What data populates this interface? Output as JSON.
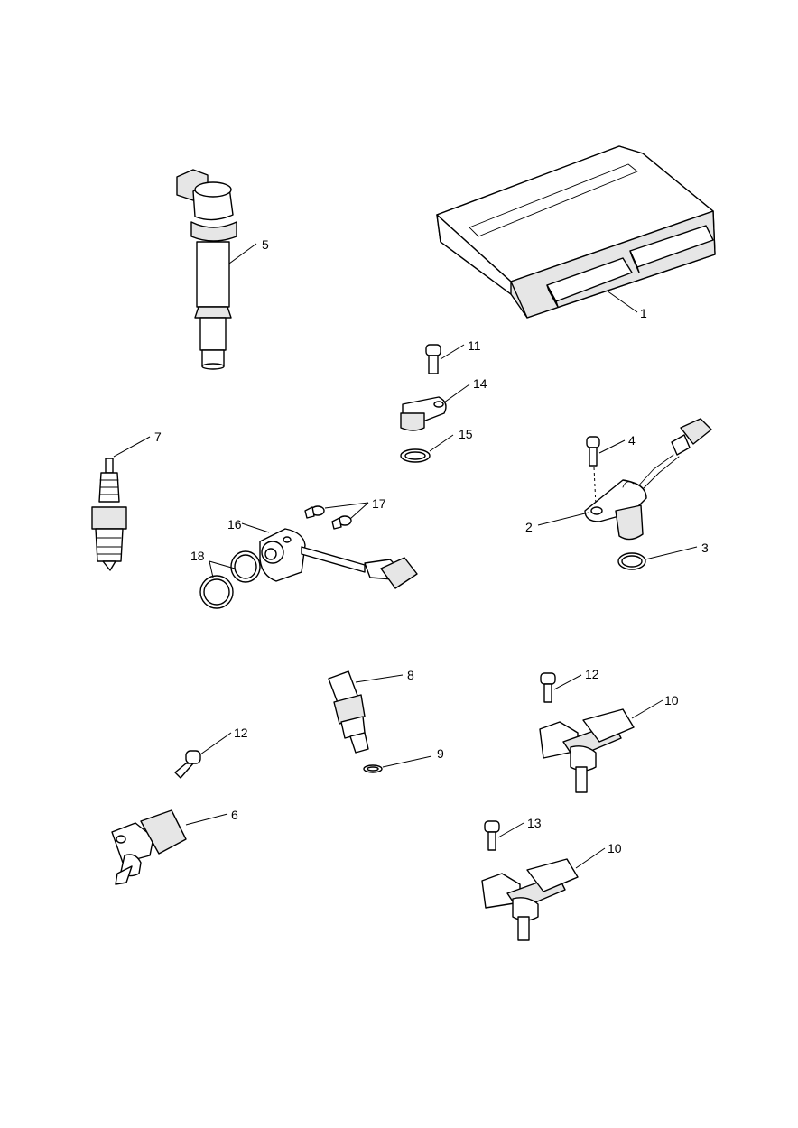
{
  "diagram": {
    "callouts": {
      "c1": "1",
      "c2": "2",
      "c3": "3",
      "c4": "4",
      "c5": "5",
      "c6": "6",
      "c7": "7",
      "c8": "8",
      "c9": "9",
      "c10a": "10",
      "c10b": "10",
      "c11": "11",
      "c12a": "12",
      "c12b": "12",
      "c13": "13",
      "c14": "14",
      "c15": "15",
      "c16": "16",
      "c17": "17",
      "c18": "18"
    }
  }
}
